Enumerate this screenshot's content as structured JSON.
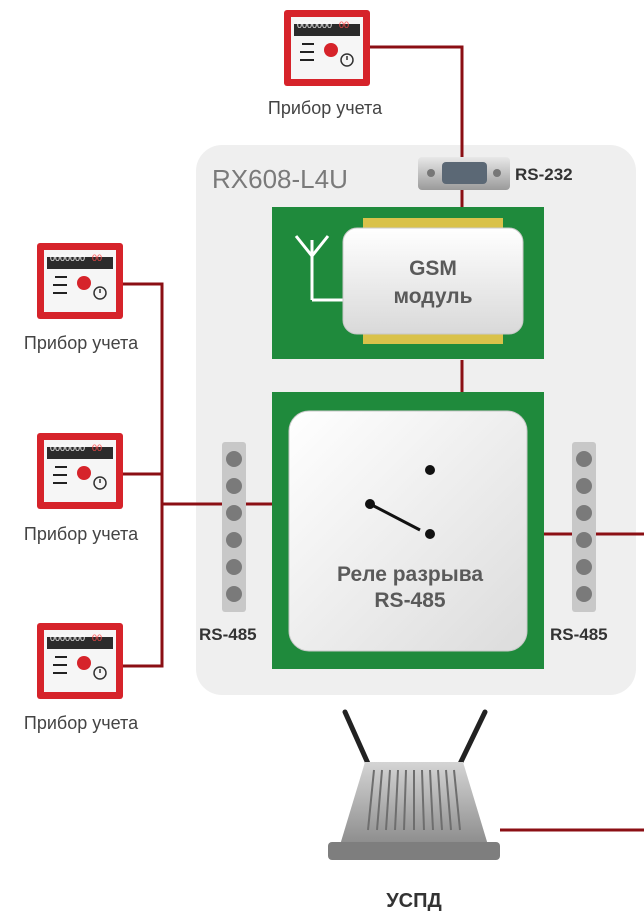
{
  "device": {
    "name": "RX608-L4U",
    "rs232_label": "RS-232",
    "gsm_label_line1": "GSM",
    "gsm_label_line2": "модуль",
    "relay_label_line1": "Реле разрыва",
    "relay_label_line2": "RS-485",
    "rs485_left_label": "RS-485",
    "rs485_right_label": "RS-485"
  },
  "meters": [
    {
      "label": "Прибор учета",
      "digits": "0000000",
      "last_digits": "00"
    },
    {
      "label": "Прибор учета",
      "digits": "0000000",
      "last_digits": "00"
    },
    {
      "label": "Прибор учета",
      "digits": "0000000",
      "last_digits": "00"
    },
    {
      "label": "Прибор учета",
      "digits": "0000000",
      "last_digits": "00"
    }
  ],
  "router": {
    "label": "УСПД"
  },
  "colors": {
    "wire": "#8b0f14",
    "meter_red": "#d6232a",
    "board_green": "#1f8a3c",
    "device_bg": "#efefef"
  }
}
